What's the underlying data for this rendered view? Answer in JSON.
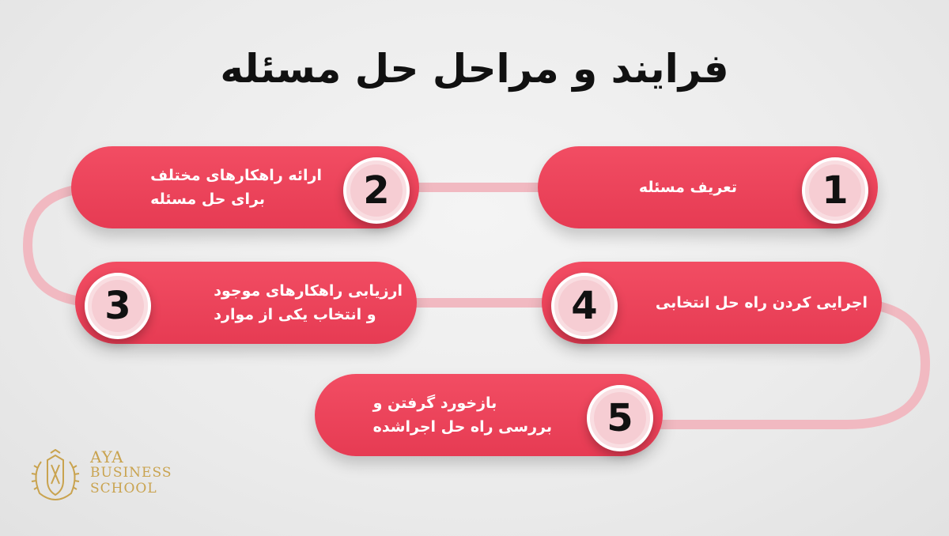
{
  "title": "فرایند و مراحل حل مسئله",
  "steps": [
    {
      "number": "1",
      "lines": [
        "تعریف مسئله"
      ]
    },
    {
      "number": "2",
      "lines": [
        "ارائه راهکارهای مختلف",
        "برای حل مسئله"
      ]
    },
    {
      "number": "3",
      "lines": [
        "ارزیابی راهکارهای موجود",
        "و انتخاب یکی از موارد"
      ]
    },
    {
      "number": "4",
      "lines": [
        "اجرایی کردن راه حل انتخابی"
      ]
    },
    {
      "number": "5",
      "lines": [
        "بازخورد گرفتن و",
        "بررسی راه حل اجراشده"
      ]
    }
  ],
  "logo": {
    "line1": "AYA",
    "line2": "BUSINESS",
    "line3": "SCHOOL"
  },
  "colors": {
    "pill": "#ef4760",
    "badge": "#f6cdd3",
    "connector": "#f1b9c1",
    "logo": "#c9a34f"
  }
}
